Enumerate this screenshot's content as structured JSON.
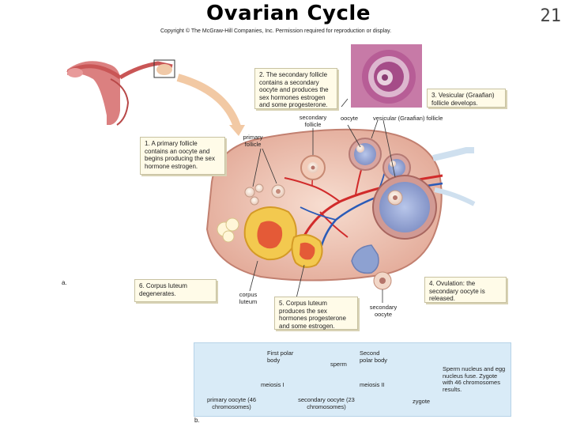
{
  "slide": {
    "title": "Ovarian Cycle",
    "page_number": "21",
    "copyright": "Copyright © The McGraw-Hill Companies, Inc. Permission required for reproduction or display."
  },
  "panel_a": {
    "letter": "a.",
    "callouts": {
      "step1": "1. A primary follicle contains an oocyte and begins producing the sex hormone estrogen.",
      "step2": "2. The secondary follicle contains a secondary oocyte and produces the sex hormones estrogen and some progesterone.",
      "step3": "3. Vesicular (Graafian) follicle develops.",
      "step4": "4. Ovulation: the secondary oocyte is released.",
      "step5": "5. Corpus luteum produces the sex hormones progesterone and some estrogen.",
      "step6": "6. Corpus luteum degenerates."
    },
    "labels": {
      "primary_follicle": "primary follicle",
      "secondary_follicle": "secondary follicle",
      "oocyte": "oocyte",
      "vesicular_follicle": "vesicular (Graafian) follicle",
      "corpus_luteum": "corpus luteum",
      "secondary_oocyte": "secondary oocyte"
    }
  },
  "panel_b": {
    "letter": "b.",
    "labels": {
      "first_polar_body": "First polar body",
      "second_polar_body": "Second polar body",
      "sperm": "sperm",
      "meiosis_1": "meiosis I",
      "meiosis_2": "meiosis II",
      "primary_oocyte": "primary oocyte (46 chromosomes)",
      "secondary_oocyte": "secondary oocyte (23 chromosomes)",
      "zygote": "zygote",
      "fusion": "Sperm nucleus and egg nucleus fuse. Zygote with 46 chromosomes results."
    }
  },
  "colors": {
    "ovary_outer": "#e7b3a5",
    "ovary_inner": "#f4d4c6",
    "follicle_blue": "#8ea3d0",
    "corpus_luteum": "#f3c94f",
    "vessel_red": "#d12b2b",
    "vessel_blue": "#2a5bb8",
    "panel_b_bg": "#d9ebf7",
    "callout_bg": "#fffbe8"
  }
}
